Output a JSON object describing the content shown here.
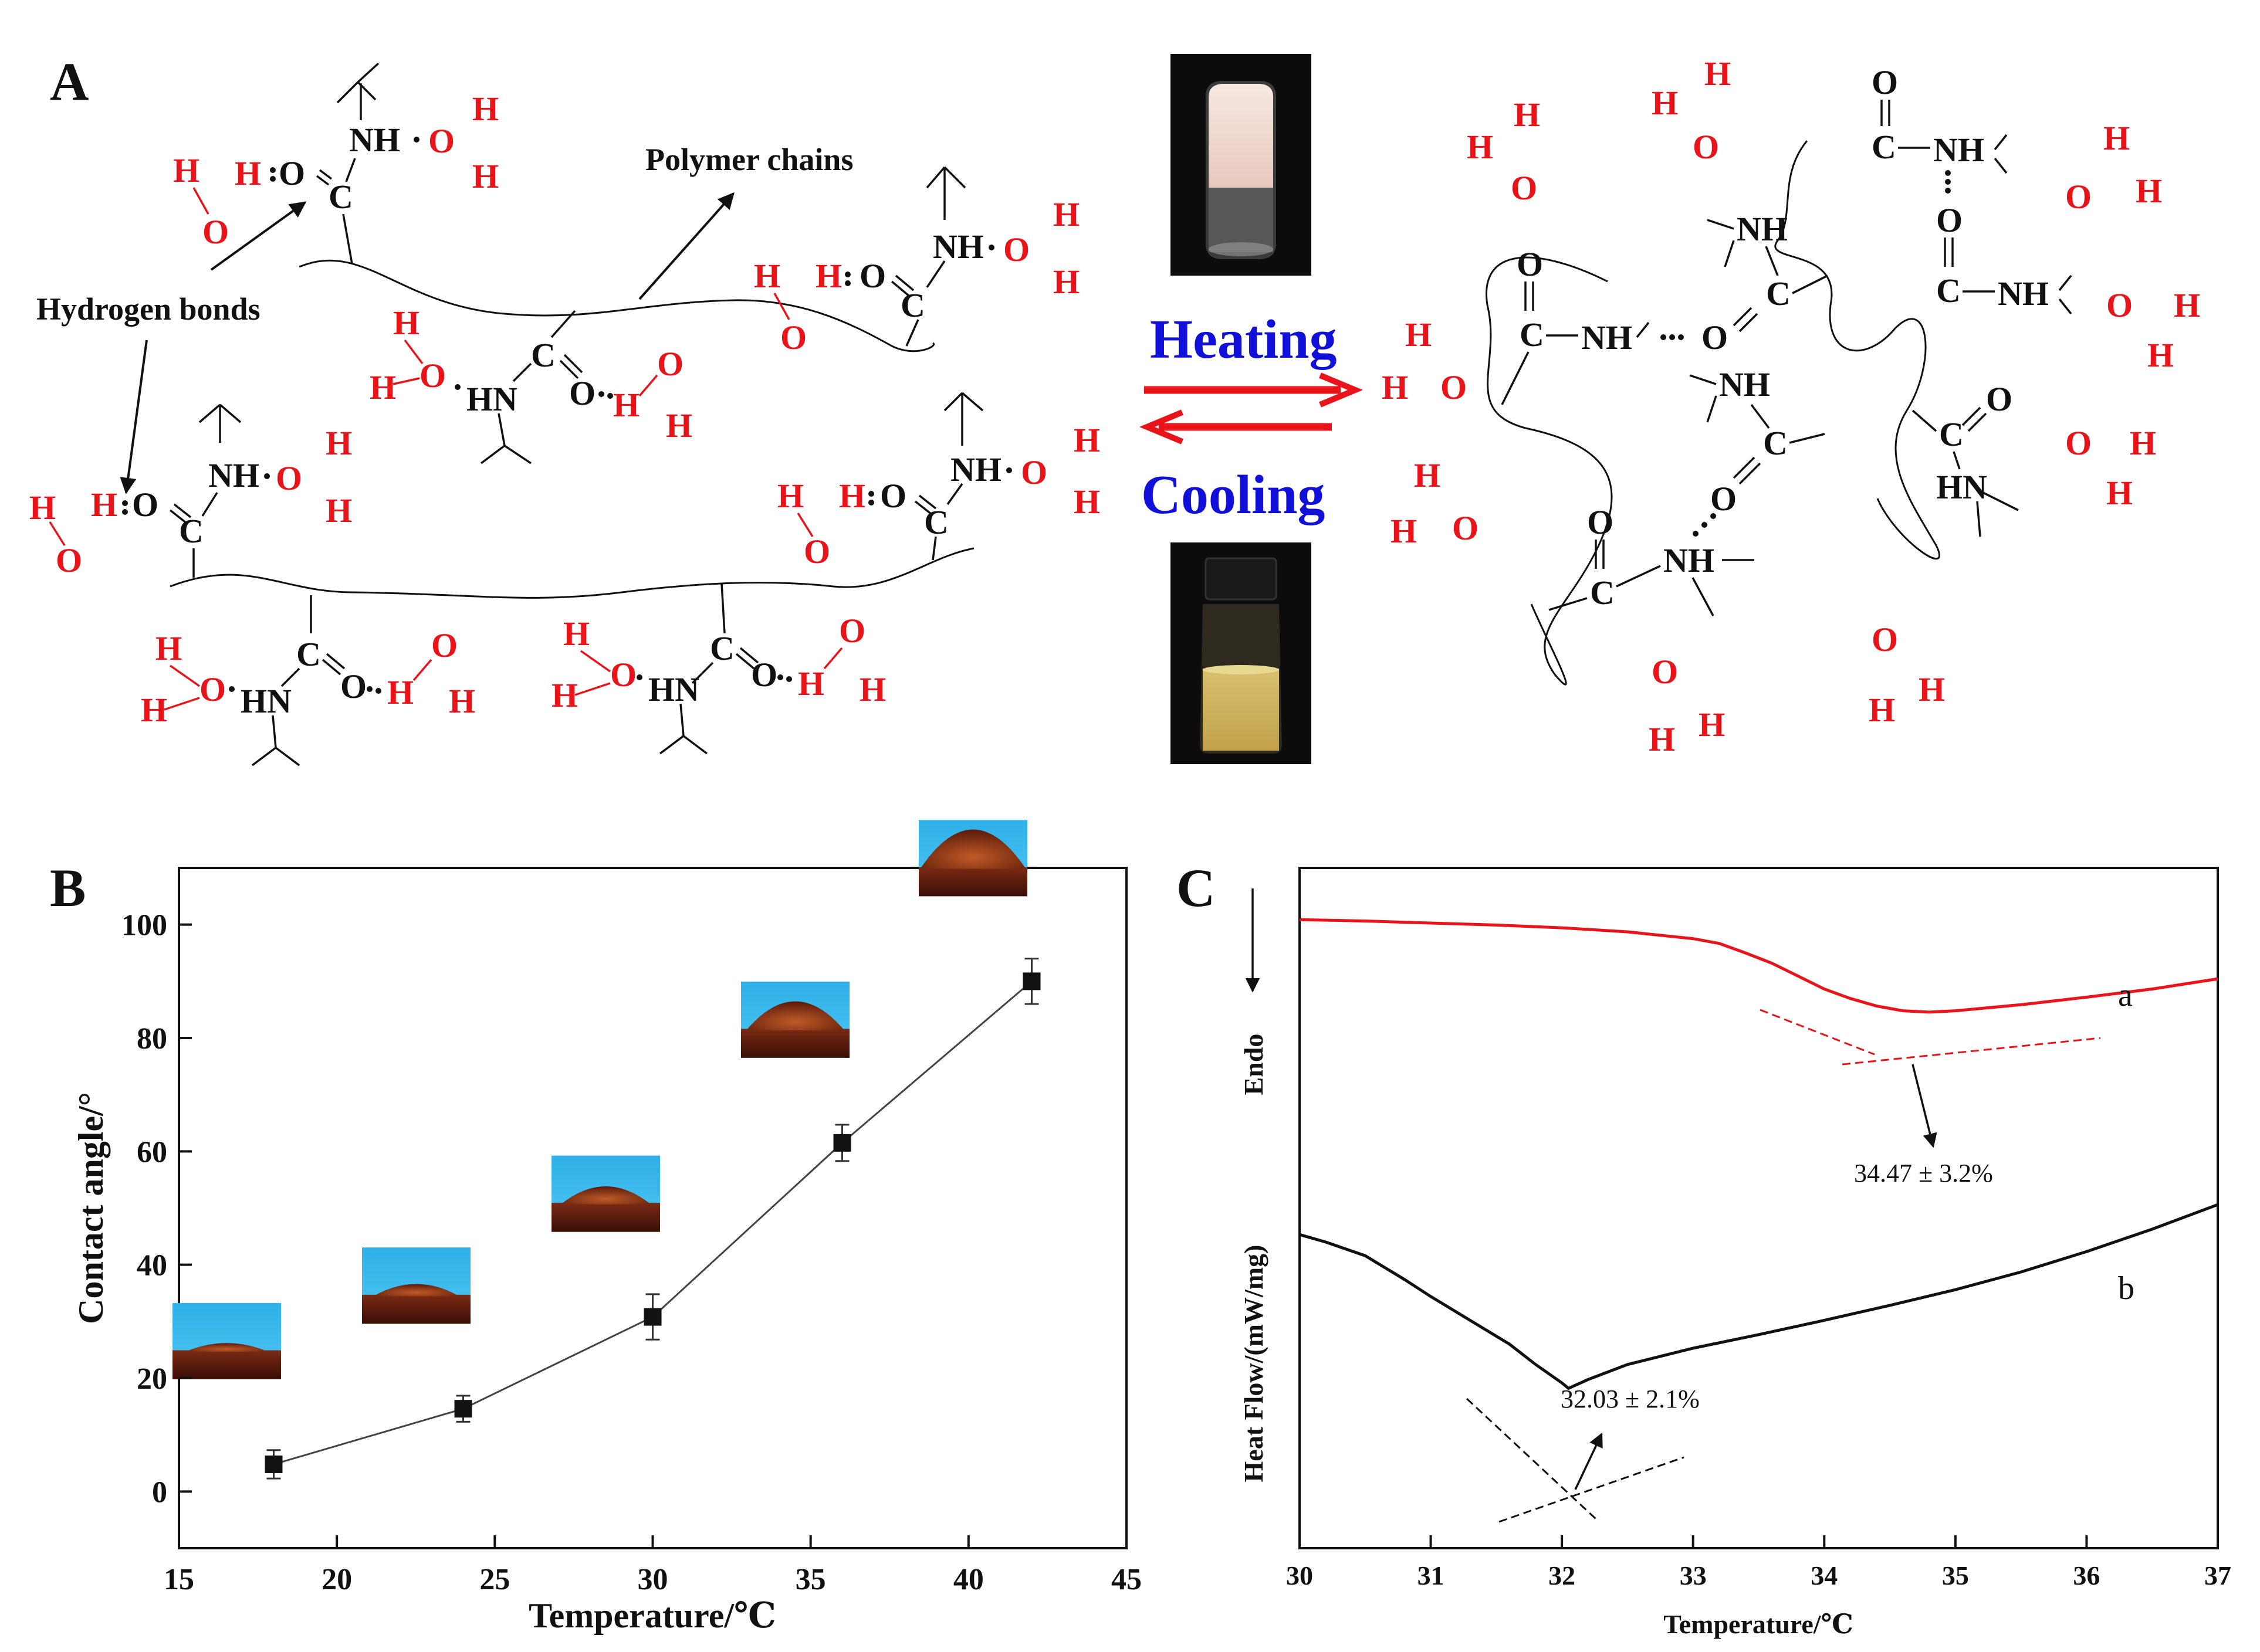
{
  "panel_labels": {
    "a": "A",
    "b": "B",
    "c": "C"
  },
  "panelA": {
    "annotations": {
      "hydrogen_bonds": "Hydrogen bonds",
      "polymer_chains": "Polymer chains"
    },
    "arrows": {
      "heating": "Heating",
      "cooling": "Cooling"
    },
    "atoms": {
      "H": "H",
      "O": "O",
      "C": "C",
      "NH": "NH",
      "HN": "HN"
    },
    "colors": {
      "water": "#e8141a",
      "arrow": "#e8141a",
      "heat_text": "#1010d8",
      "bonds": "#111111"
    },
    "photos": [
      "vial-turbid-heated",
      "vial-clear-cooled"
    ]
  },
  "chart_data": [
    {
      "panel": "B",
      "type": "line",
      "xlabel": "Temperature/℃",
      "ylabel": "Contact angle/°",
      "xlim": [
        15,
        45
      ],
      "ylim": [
        -10,
        110
      ],
      "xticks": [
        "15",
        "20",
        "25",
        "30",
        "35",
        "40",
        "45"
      ],
      "yticks": [
        "0",
        "20",
        "40",
        "60",
        "80",
        "100"
      ],
      "x": [
        18,
        24,
        30,
        36,
        42
      ],
      "y": [
        4.8,
        14.6,
        30.8,
        61.5,
        90.0
      ],
      "yerr": [
        2.5,
        2.3,
        4.0,
        3.2,
        4.0
      ],
      "marker": "square",
      "color": "#111111",
      "insets": [
        "droplet-18",
        "droplet-24",
        "droplet-30",
        "droplet-36",
        "droplet-42"
      ]
    },
    {
      "panel": "C",
      "type": "line",
      "xlabel": "Temperature/℃",
      "ylabel": "Heat Flow/(mW/mg)",
      "endo_label": "Endo",
      "xlim": [
        30,
        37
      ],
      "xticks": [
        "30",
        "31",
        "32",
        "33",
        "34",
        "35",
        "36",
        "37"
      ],
      "y_tick_labels": false,
      "series": [
        {
          "name": "a",
          "color": "#e8141a",
          "x": [
            30.0,
            30.5,
            31.0,
            31.5,
            32.0,
            32.5,
            33.0,
            33.2,
            33.4,
            33.6,
            33.8,
            34.0,
            34.2,
            34.4,
            34.6,
            34.8,
            35.0,
            35.5,
            36.0,
            36.5,
            37.0
          ],
          "y": [
            0.924,
            0.922,
            0.919,
            0.916,
            0.912,
            0.906,
            0.896,
            0.889,
            0.875,
            0.86,
            0.841,
            0.822,
            0.808,
            0.797,
            0.79,
            0.788,
            0.79,
            0.799,
            0.81,
            0.822,
            0.837
          ],
          "annotation": "34.47 ± 3.2%"
        },
        {
          "name": "b",
          "color": "#111111",
          "x": [
            30.0,
            30.2,
            30.5,
            30.8,
            31.0,
            31.3,
            31.6,
            31.8,
            32.0,
            32.05,
            32.2,
            32.5,
            33.0,
            33.5,
            34.0,
            34.5,
            35.0,
            35.5,
            36.0,
            36.5,
            37.0
          ],
          "y": [
            0.461,
            0.45,
            0.43,
            0.395,
            0.37,
            0.335,
            0.3,
            0.27,
            0.243,
            0.235,
            0.248,
            0.27,
            0.294,
            0.314,
            0.335,
            0.357,
            0.38,
            0.406,
            0.436,
            0.469,
            0.505
          ],
          "annotation": "32.03 ± 2.1%"
        }
      ]
    }
  ]
}
